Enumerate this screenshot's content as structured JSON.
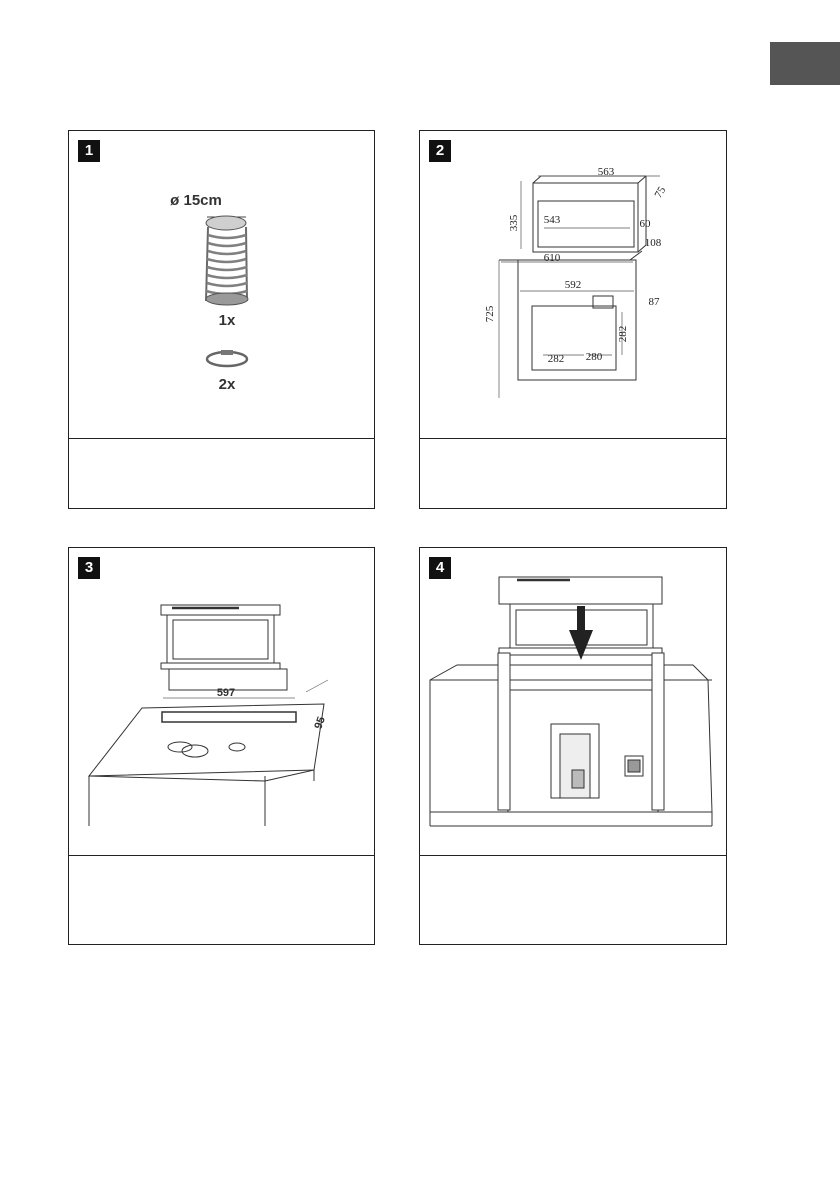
{
  "steps": [
    {
      "number": "1",
      "diameter_label": "ø 15cm",
      "qty_hose": "1x",
      "qty_clamp": "2x"
    },
    {
      "number": "2",
      "dims": [
        "563",
        "75",
        "335",
        "543",
        "60",
        "108",
        "610",
        "592",
        "87",
        "725",
        "282",
        "282",
        "280"
      ]
    },
    {
      "number": "3",
      "dims": [
        "597",
        "95"
      ]
    },
    {
      "number": "4"
    }
  ],
  "colors": {
    "lang_tab": "#555555",
    "badge": "#111111"
  }
}
